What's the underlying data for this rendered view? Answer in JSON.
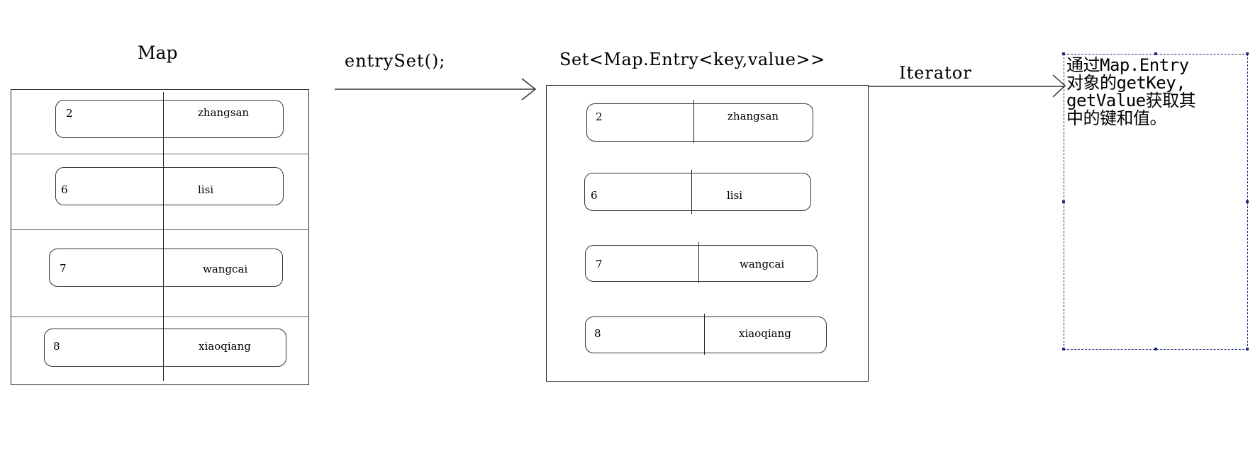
{
  "map": {
    "title": "Map",
    "rows": [
      {
        "key": "2",
        "value": "zhangsan"
      },
      {
        "key": "6",
        "value": "lisi"
      },
      {
        "key": "7",
        "value": "wangcai"
      },
      {
        "key": "8",
        "value": "xiaoqiang"
      }
    ]
  },
  "arrow1": {
    "label": "entrySet();"
  },
  "set": {
    "title": "Set<Map.Entry<key,value>>",
    "entries": [
      {
        "key": "2",
        "value": "zhangsan"
      },
      {
        "key": "6",
        "value": "lisi"
      },
      {
        "key": "7",
        "value": "wangcai"
      },
      {
        "key": "8",
        "value": "xiaoqiang"
      }
    ]
  },
  "arrow2": {
    "label": "Iterator"
  },
  "note": {
    "lines": [
      "通过Map.Entry",
      "对象的getKey,",
      "getValue获取其",
      "中的键和值。"
    ]
  }
}
